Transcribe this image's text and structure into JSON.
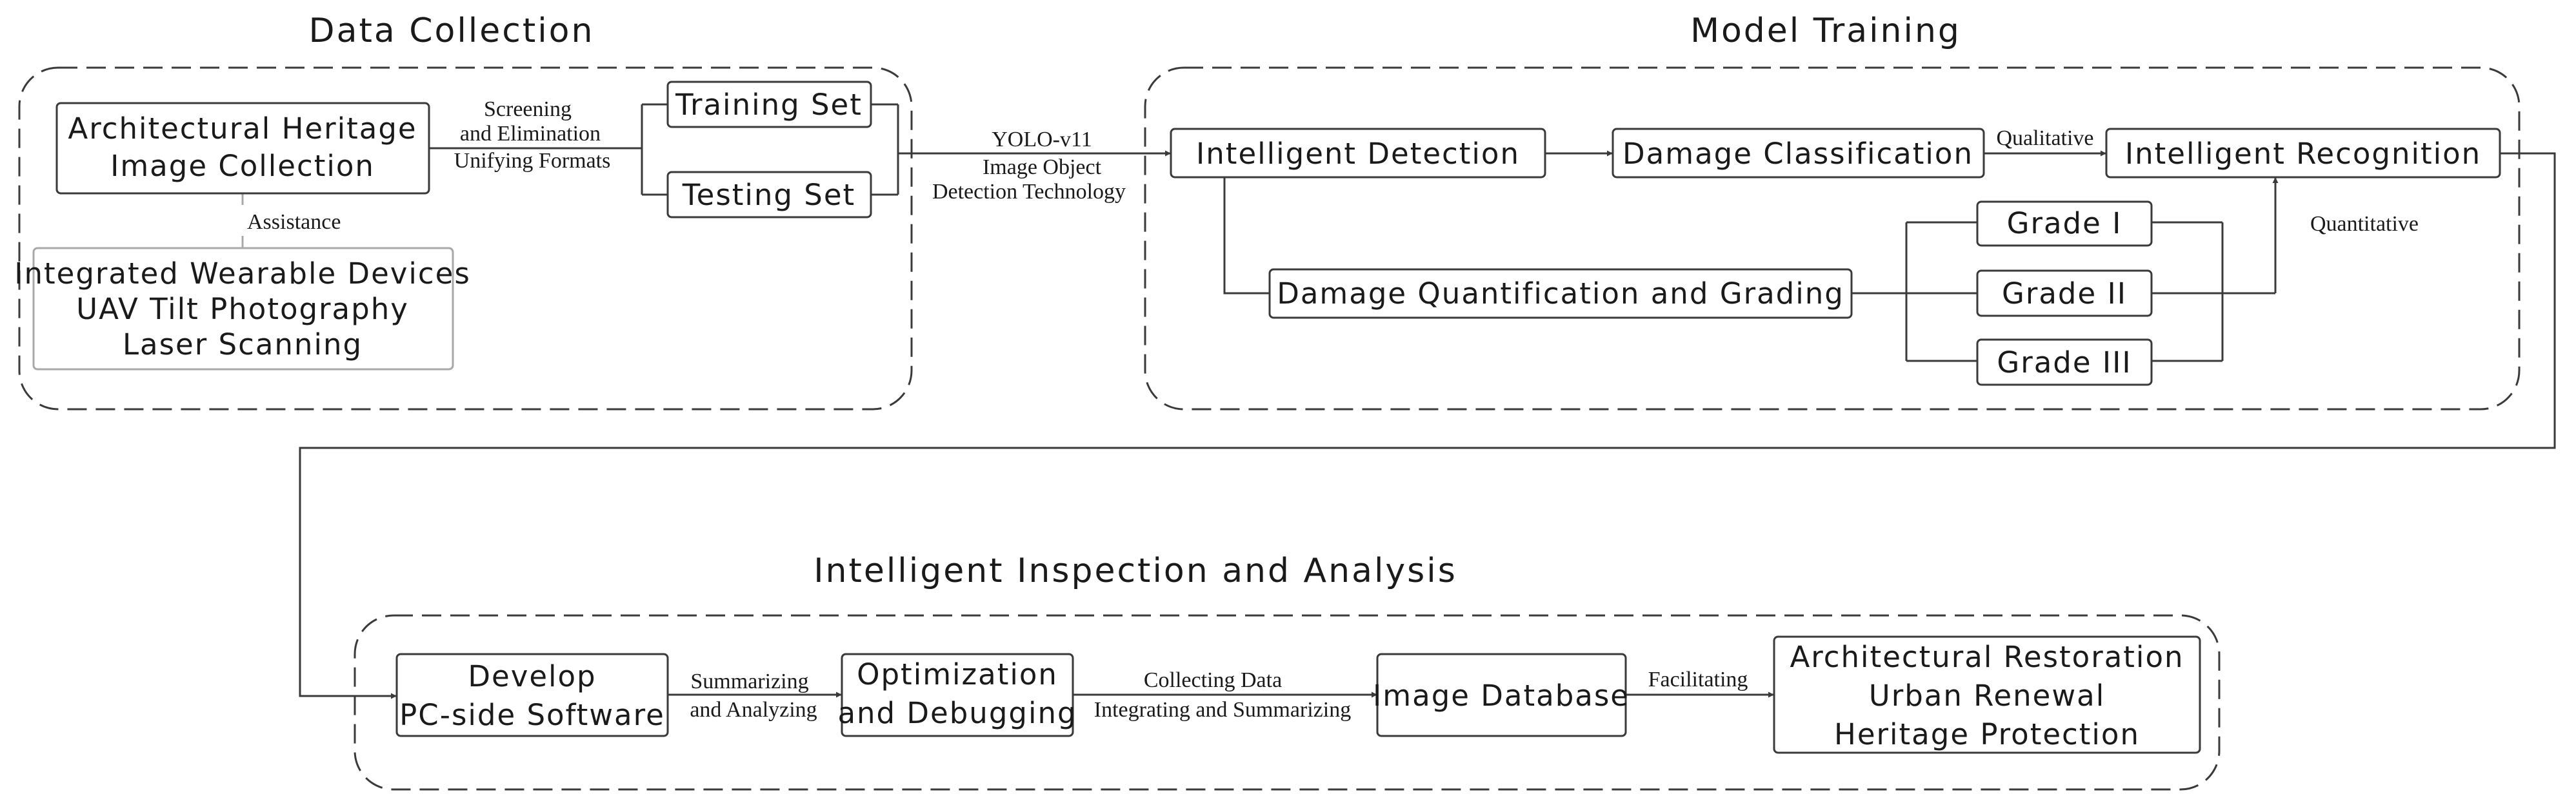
{
  "sections": {
    "data_collection": "Data Collection",
    "model_training": "Model Training",
    "inspection": "Intelligent Inspection and Analysis"
  },
  "nodes": {
    "heritage_collection": [
      "Architectural Heritage",
      "Image Collection"
    ],
    "devices": [
      "Integrated Wearable Devices",
      "UAV Tilt Photography",
      "Laser Scanning"
    ],
    "training_set": "Training Set",
    "testing_set": "Testing Set",
    "intelligent_detection": "Intelligent Detection",
    "damage_classification": "Damage Classification",
    "intelligent_recognition": "Intelligent Recognition",
    "damage_quantification": "Damage Quantification and Grading",
    "grade_1": "Grade I",
    "grade_2": "Grade II",
    "grade_3": "Grade III",
    "develop_software": [
      "Develop",
      "PC-side Software"
    ],
    "optimization": [
      "Optimization",
      "and Debugging"
    ],
    "image_database": "Image Database",
    "outcomes": [
      "Architectural Restoration",
      "Urban Renewal",
      "Heritage Protection"
    ]
  },
  "edge_labels": {
    "assistance": "Assistance",
    "screening": [
      "Screening",
      "and Elimination",
      "Unifying Formats"
    ],
    "yolo": [
      "YOLO-v11",
      "Image Object",
      "Detection Technology"
    ],
    "qualitative": "Qualitative",
    "quantitative": "Quantitative",
    "summarizing": [
      "Summarizing",
      "and Analyzing"
    ],
    "collecting": [
      "Collecting Data",
      "Integrating and Summarizing"
    ],
    "facilitating": "Facilitating"
  }
}
